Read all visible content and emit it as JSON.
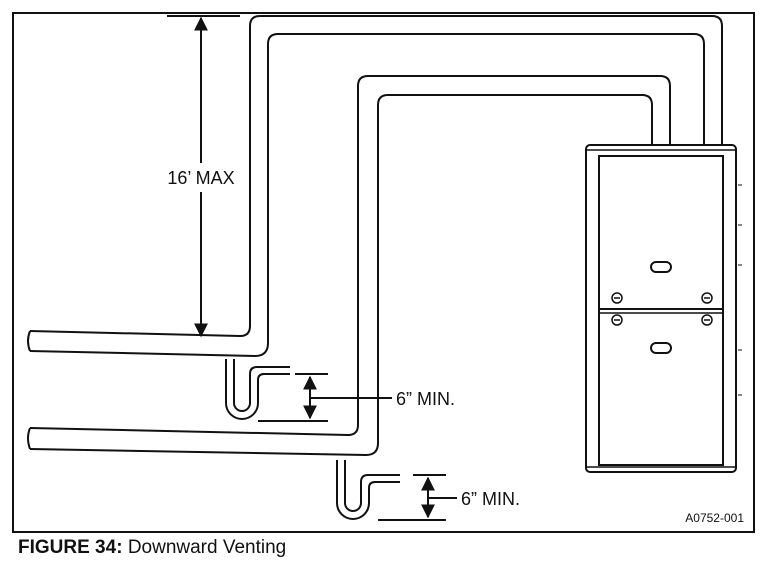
{
  "diagram": {
    "dimension_max_label": "16’ MAX",
    "trap_upper_label": "6” MIN.",
    "trap_lower_label": "6” MIN.",
    "code_label": "A0752-001"
  },
  "caption": {
    "figure_label": "FIGURE 34:",
    "title": "Downward Venting"
  }
}
